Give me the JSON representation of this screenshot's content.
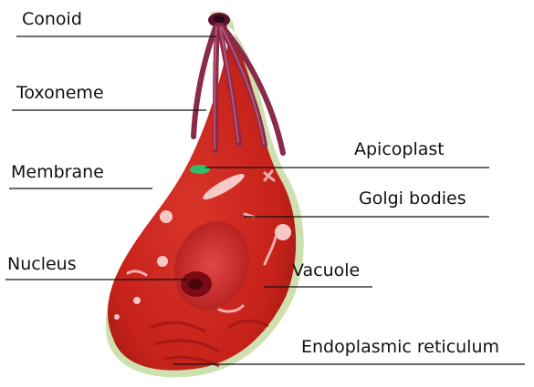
{
  "labels": {
    "conoid": "Conoid",
    "toxoneme": "Toxoneme",
    "membrane": "Membrane",
    "nucleus": "Nucleus",
    "apicoplast": "Apicoplast",
    "golgi": "Golgi bodies",
    "vacuole": "Vacuole",
    "er": "Endoplasmic reticulum"
  },
  "colors": {
    "membrane_halo": "#cfe0b0",
    "cytoplasm": "#c9261e",
    "cytoplasm_dark": "#9c1812",
    "nucleus": "#d8383a",
    "nucleolus": "#7a0a14",
    "toxoneme": "#8a2a4a",
    "apicoplast": "#2fbf6a",
    "vesicle": "#f6c8c6",
    "leader_line": "#111111"
  }
}
